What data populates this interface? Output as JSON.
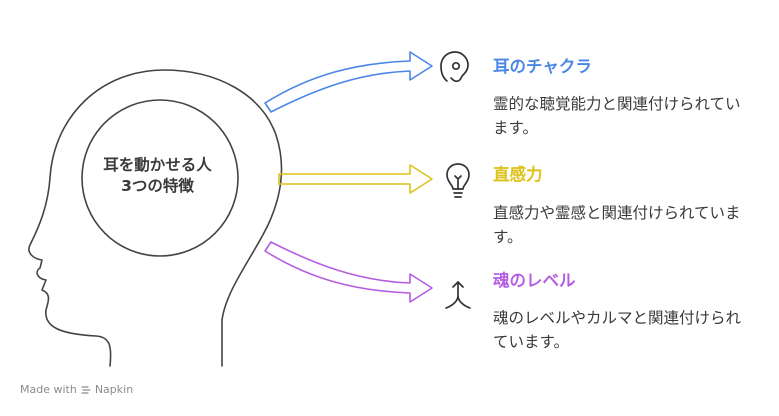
{
  "center": {
    "line1": "耳を動かせる人",
    "line2": "3つの特徴"
  },
  "items": [
    {
      "title": "耳のチャクラ",
      "desc": "霊的な聴覚能力と関連付けられています。",
      "color": "#4a86e8",
      "icon": "ear-icon"
    },
    {
      "title": "直感力",
      "desc": "直感力や霊感と関連付けられています。",
      "color": "#dcc21a",
      "icon": "lightbulb-icon"
    },
    {
      "title": "魂のレベル",
      "desc": "魂のレベルやカルマと関連付けられています。",
      "color": "#b65ee3",
      "icon": "split-arrow-icon"
    }
  ],
  "footer": {
    "made_with": "Made with",
    "brand": "Napkin"
  }
}
